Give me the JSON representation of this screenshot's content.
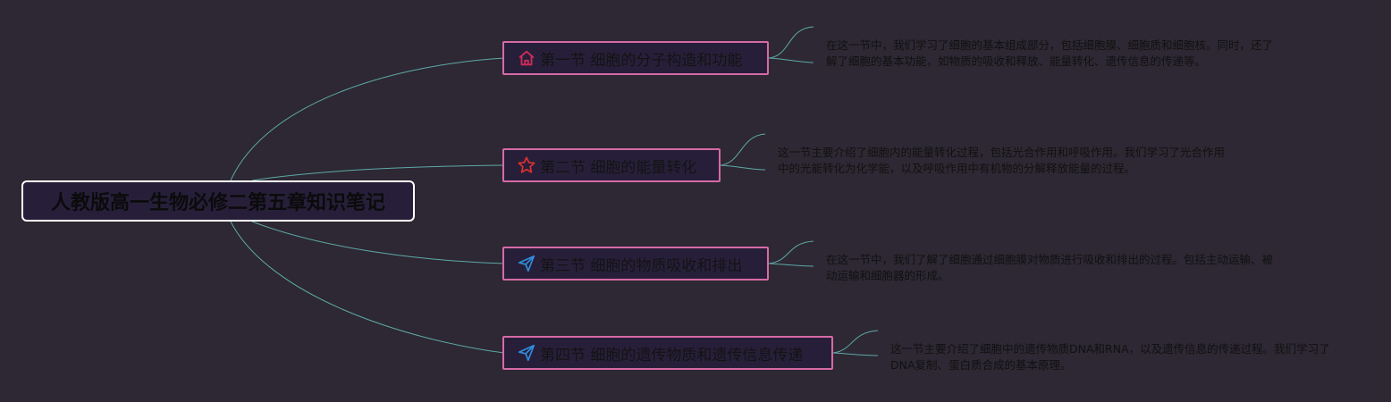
{
  "root": {
    "title": "人教版高一生物必修二第五章知识笔记"
  },
  "topics": [
    {
      "label": "第一节 细胞的分子构造和功能",
      "icon": "home-icon",
      "icon_color": "#d22a5a",
      "note": "在这一节中，我们学习了细胞的基本组成部分，包括细胞膜、细胞质和细胞核。同时，还了解了细胞的基本功能，如物质的吸收和释放、能量转化、遗传信息的传递等。"
    },
    {
      "label": "第二节 细胞的能量转化",
      "icon": "star-icon",
      "icon_color": "#e0322e",
      "note": "这一节主要介绍了细胞内的能量转化过程，包括光合作用和呼吸作用。我们学习了光合作用中的光能转化为化学能，以及呼吸作用中有机物的分解释放能量的过程。"
    },
    {
      "label": "第三节 细胞的物质吸收和排出",
      "icon": "paper-plane-icon",
      "icon_color": "#2f8fe0",
      "note": "在这一节中，我们了解了细胞通过细胞膜对物质进行吸收和排出的过程。包括主动运输、被动运输和细胞器的形成。"
    },
    {
      "label": "第四节 细胞的遗传物质和遗传信息传递",
      "icon": "paper-plane-icon",
      "icon_color": "#2f8fe0",
      "note": "这一节主要介绍了细胞中的遗传物质DNA和RNA，以及遗传信息的传递过程。我们学习了DNA复制、蛋白质合成的基本原理。"
    }
  ],
  "colors": {
    "background": "#2d2833",
    "connector": "#5fa8a8",
    "topic_border": "#d66aa6",
    "root_border": "#ffffff",
    "node_fill": "#271f3a"
  }
}
